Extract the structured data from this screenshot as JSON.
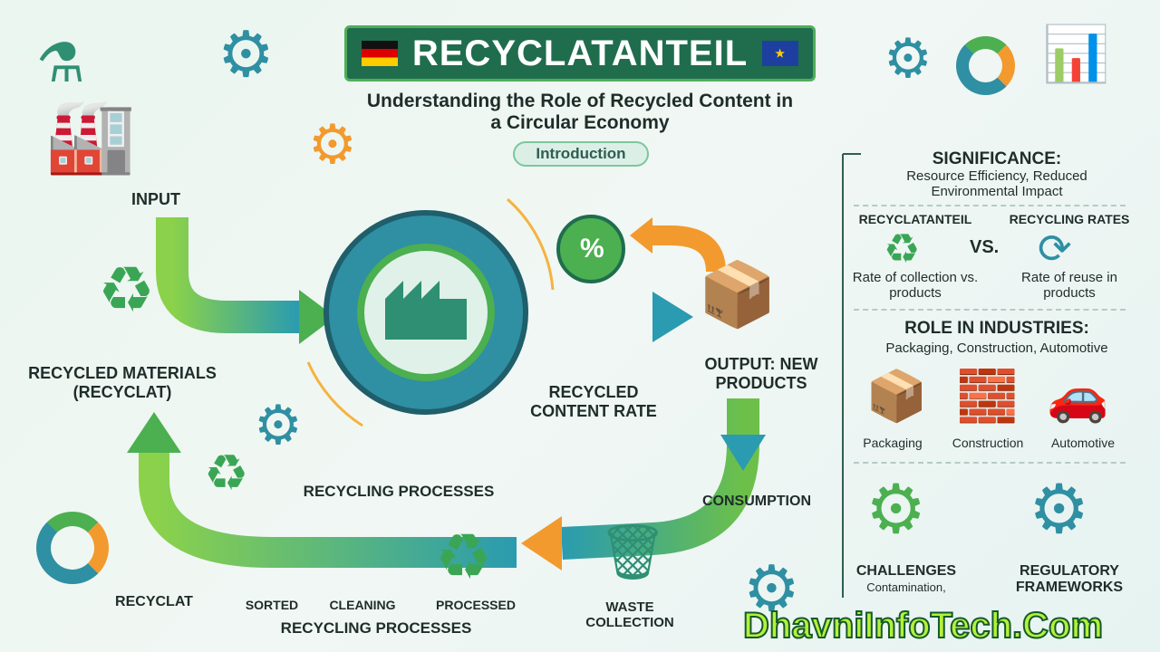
{
  "header": {
    "title": "RECYCLATANTEIL",
    "subtitle": "Understanding the Role of Recycled Content in a Circular Economy",
    "intro_label": "Introduction"
  },
  "flow": {
    "input": "INPUT",
    "recycled_materials": "RECYCLED MATERIALS (RECYCLAT)",
    "recycled_content_rate": "RECYCLED CONTENT RATE",
    "percent_badge": "%",
    "output": "OUTPUT: NEW PRODUCTS",
    "consumption": "CONSUMPTION",
    "waste_collection": "WASTE COLLECTION",
    "processed": "PROCESSED",
    "cleaning": "CLEANING",
    "sorted": "SORTED",
    "recyclat": "RECYCLAT",
    "recycling_processes_top": "RECYCLING PROCESSES",
    "recycling_processes_bottom": "RECYCLING PROCESSES"
  },
  "sidebar": {
    "significance_title": "SIGNIFICANCE:",
    "significance_text": "Resource Efficiency, Reduced Environmental Impact",
    "compare_left_title": "RECYCLATANTEIL",
    "compare_vs": "VS.",
    "compare_right_title": "RECYCLING RATES",
    "compare_left_text": "Rate of collection vs. products",
    "compare_right_text": "Rate of reuse in products",
    "industries_title": "ROLE IN INDUSTRIES:",
    "industries_text": "Packaging, Construction, Automotive",
    "industries": [
      {
        "label": "Packaging"
      },
      {
        "label": "Construction"
      },
      {
        "label": "Automotive"
      }
    ],
    "challenges_title": "CHALLENGES",
    "challenges_text": "Contamination,",
    "regulatory_title": "REGULATORY FRAMEWORKS"
  },
  "watermark": "DhavniInfoTech.Com",
  "colors": {
    "banner": "#1f6d4d",
    "green": "#4caf50",
    "teal": "#2f8fa3",
    "orange": "#f29a2e"
  }
}
